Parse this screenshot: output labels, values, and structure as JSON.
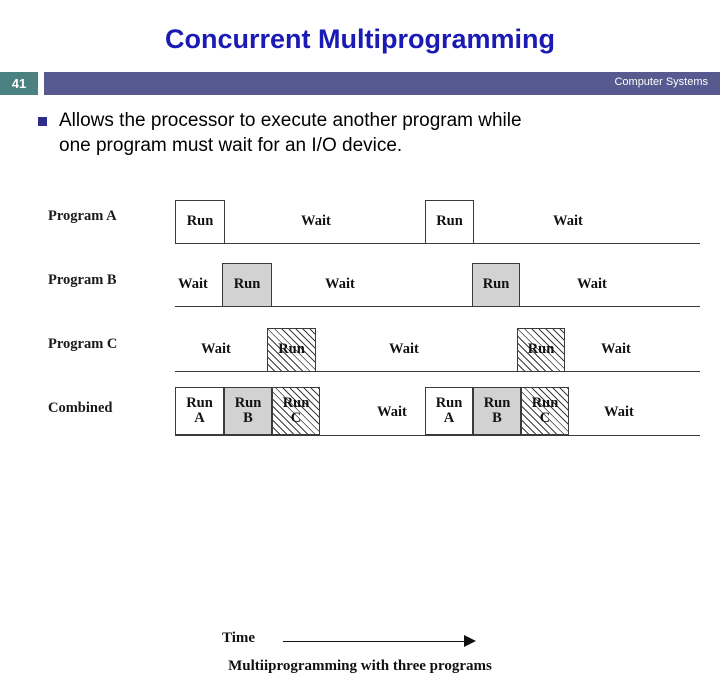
{
  "slide": {
    "title": "Concurrent Multiprogramming",
    "number": "41",
    "subtitle": "Computer Systems",
    "colors": {
      "title": "#1a1ab4",
      "number_box": "#4c8182",
      "accent_bar": "#565a8e",
      "bullet_marker": "#2d2d8c",
      "run_gray": "#d2d2d2",
      "line": "#3a3a3a"
    }
  },
  "bullet": {
    "marker": "square-bullet",
    "line1": "Allows the processor to execute another program while",
    "line2": "one program must wait for an I/O device."
  },
  "diagram": {
    "caption": "Multiiprogramming with three programs",
    "time_label": "Time",
    "arrow": "right-arrow-icon",
    "rows": [
      {
        "label": "Program A",
        "fill": "white",
        "segments": [
          {
            "kind": "box",
            "text": "Run",
            "fill": "white"
          },
          {
            "kind": "label",
            "text": "Wait"
          },
          {
            "kind": "box",
            "text": "Run",
            "fill": "white"
          },
          {
            "kind": "label",
            "text": "Wait"
          }
        ]
      },
      {
        "label": "Program B",
        "fill": "gray",
        "segments": [
          {
            "kind": "label",
            "text": "Wait"
          },
          {
            "kind": "box",
            "text": "Run",
            "fill": "gray"
          },
          {
            "kind": "label",
            "text": "Wait"
          },
          {
            "kind": "box",
            "text": "Run",
            "fill": "gray"
          },
          {
            "kind": "label",
            "text": "Wait"
          }
        ]
      },
      {
        "label": "Program C",
        "fill": "hatch",
        "segments": [
          {
            "kind": "label",
            "text": "Wait"
          },
          {
            "kind": "box",
            "text": "Run",
            "fill": "hatch"
          },
          {
            "kind": "label",
            "text": "Wait"
          },
          {
            "kind": "box",
            "text": "Run",
            "fill": "hatch"
          },
          {
            "kind": "label",
            "text": "Wait"
          }
        ]
      },
      {
        "label": "Combined",
        "fill": "mixed",
        "segments": [
          {
            "kind": "box",
            "text": "Run",
            "sub": "A",
            "fill": "white"
          },
          {
            "kind": "box",
            "text": "Run",
            "sub": "B",
            "fill": "gray"
          },
          {
            "kind": "box",
            "text": "Run",
            "sub": "C",
            "fill": "hatch"
          },
          {
            "kind": "label",
            "text": "Wait"
          },
          {
            "kind": "box",
            "text": "Run",
            "sub": "A",
            "fill": "white"
          },
          {
            "kind": "box",
            "text": "Run",
            "sub": "B",
            "fill": "gray"
          },
          {
            "kind": "box",
            "text": "Run",
            "sub": "C",
            "fill": "hatch"
          },
          {
            "kind": "label",
            "text": "Wait"
          }
        ]
      }
    ]
  }
}
